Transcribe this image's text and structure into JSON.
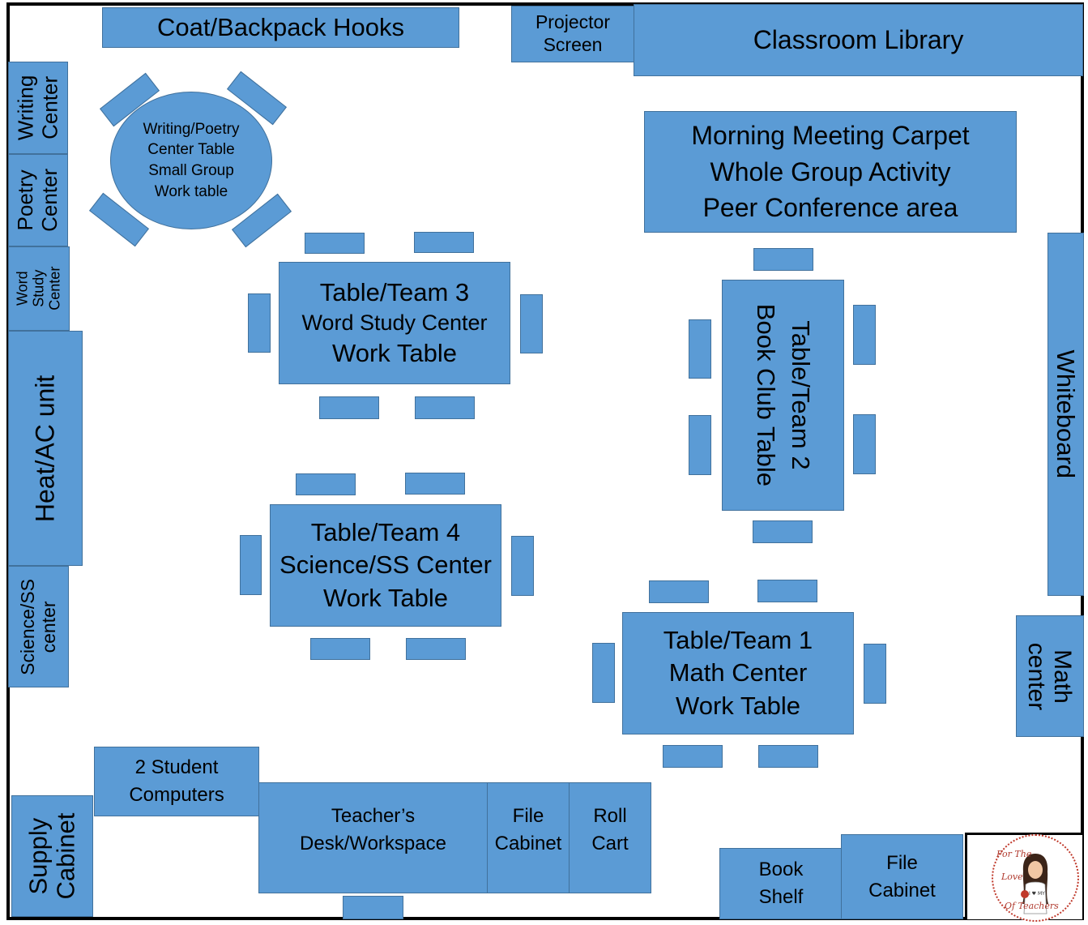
{
  "walls": {
    "coat_hooks": "Coat/Backpack Hooks",
    "projector": [
      "Projector",
      "Screen"
    ],
    "library": "Classroom Library",
    "writing_center": [
      "Writing",
      "Center"
    ],
    "poetry_center": [
      "Poetry",
      "Center"
    ],
    "word_study_center": [
      "Word",
      "Study",
      "Center"
    ],
    "heat_ac": "Heat/AC unit",
    "science_center": [
      "Science/SS",
      "center"
    ],
    "supply_cabinet": [
      "Supply",
      "Cabinet"
    ],
    "whiteboard": "Whiteboard",
    "math_center": [
      "Math",
      "center"
    ]
  },
  "carpet": [
    "Morning Meeting Carpet",
    "Whole Group Activity",
    "Peer Conference area"
  ],
  "round_table": [
    "Writing/Poetry",
    "Center Table",
    "Small Group",
    "Work table"
  ],
  "tables": {
    "team3": [
      "Table/Team 3",
      "Word Study Center",
      "Work Table"
    ],
    "team4": [
      "Table/Team 4",
      "Science/SS Center",
      "Work Table"
    ],
    "team2": [
      "Table/Team 2",
      "Book Club Table"
    ],
    "team1": [
      "Table/Team 1",
      "Math Center",
      "Work Table"
    ]
  },
  "furniture": {
    "computers": [
      "2 Student",
      "Computers"
    ],
    "teacher_desk": [
      "Teacher’s",
      "Desk/Workspace"
    ],
    "file_cabinet_1": [
      "File",
      "Cabinet"
    ],
    "roll_cart": [
      "Roll",
      "Cart"
    ],
    "book_shelf": [
      "Book",
      "Shelf"
    ],
    "file_cabinet_2": [
      "File",
      "Cabinet"
    ]
  },
  "logo": {
    "line1": "For The",
    "line2": "Love",
    "line3": "Of Teachers",
    "shirt": "I ♥ MY"
  },
  "colors": {
    "block_fill": "#5b9bd5",
    "block_border": "#41719c",
    "wall": "#000000",
    "logo_accent": "#b03a2e"
  }
}
